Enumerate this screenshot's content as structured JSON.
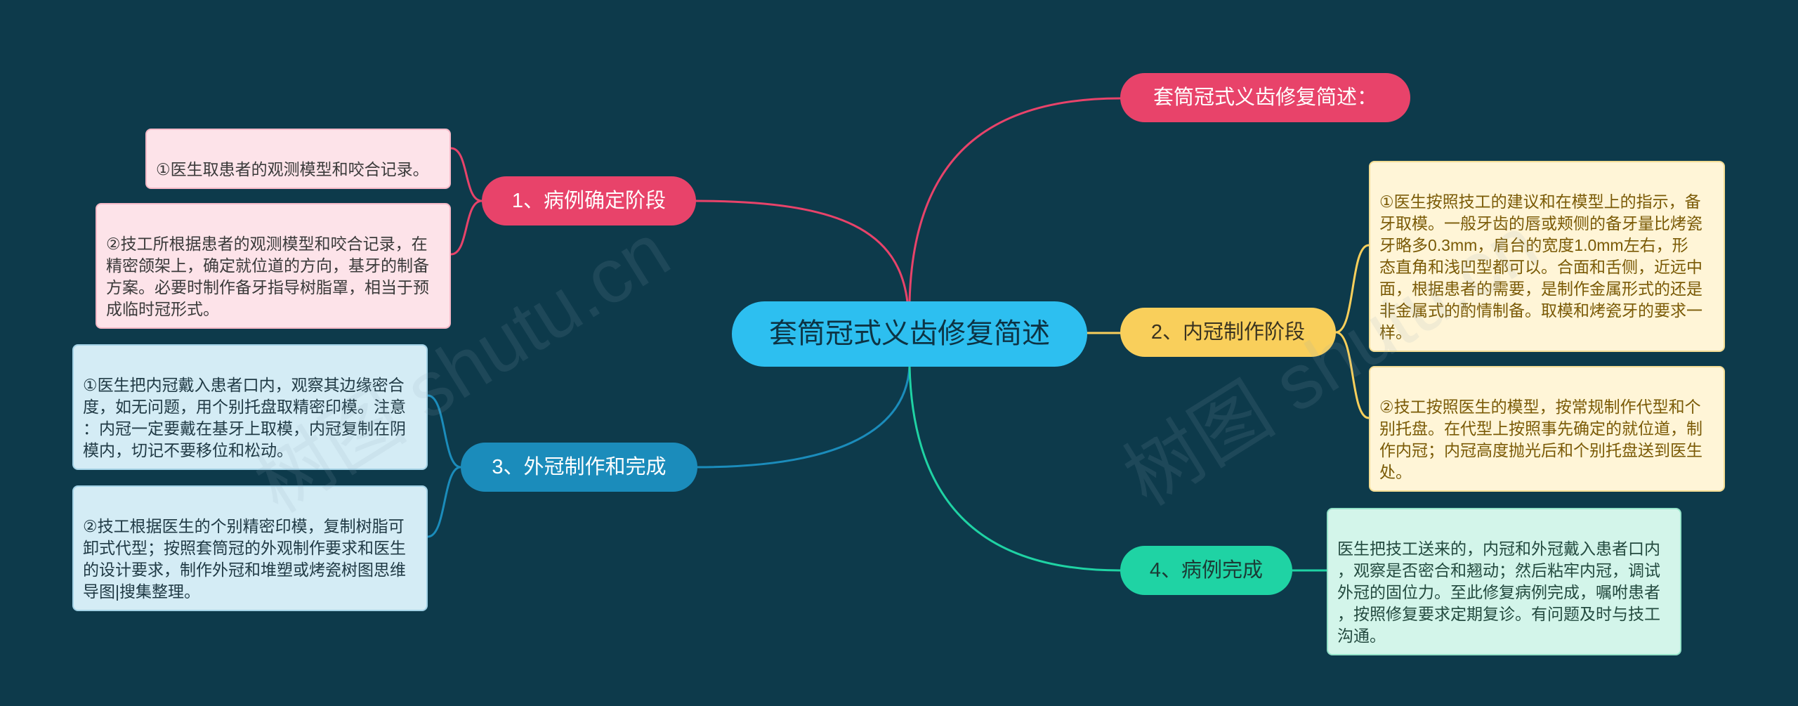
{
  "background": "#0d3a4b",
  "root": {
    "label": "套筒冠式义齿修复简述",
    "color": "#2dbff0"
  },
  "branches": [
    {
      "label": "套筒冠式义齿修复简述：",
      "color": "#e8436a"
    },
    {
      "label": "1、病例确定阶段",
      "color": "#e8436a",
      "leaves": [
        "①医生取患者的观测模型和咬合记录。",
        "②技工所根据患者的观测模型和咬合记录，在\n精密颌架上，确定就位道的方向，基牙的制备\n方案。必要时制作备牙指导树脂罩，相当于预\n成临时冠形式。"
      ]
    },
    {
      "label": "2、内冠制作阶段",
      "color": "#f9cf5b",
      "leaves": [
        "①医生按照技工的建议和在模型上的指示，备\n牙取模。一般牙齿的唇或颊侧的备牙量比烤瓷\n牙略多0.3mm，肩台的宽度1.0mm左右，形\n态直角和浅凹型都可以。合面和舌侧，近远中\n面，根据患者的需要，是制作金属形式的还是\n非金属式的酌情制备。取模和烤瓷牙的要求一\n样。",
        "②技工按照医生的模型，按常规制作代型和个\n别托盘。在代型上按照事先确定的就位道，制\n作内冠；内冠高度抛光后和个别托盘送到医生\n处。"
      ]
    },
    {
      "label": "3、外冠制作和完成",
      "color": "#1b8cbb",
      "leaves": [
        "①医生把内冠戴入患者口内，观察其边缘密合\n度，如无问题，用个别托盘取精密印模。注意\n：内冠一定要戴在基牙上取模，内冠复制在阴\n模内，切记不要移位和松动。",
        "②技工根据医生的个别精密印模，复制树脂可\n卸式代型；按照套筒冠的外观制作要求和医生\n的设计要求，制作外冠和堆塑或烤瓷树图思维\n导图|搜集整理。"
      ]
    },
    {
      "label": "4、病例完成",
      "color": "#1fd3a4",
      "leaves": [
        "医生把技工送来的，内冠和外冠戴入患者口内\n，观察是否密合和翘动；然后粘牢内冠，调试\n外冠的固位力。至此修复病例完成，嘱咐患者\n，按照修复要求定期复诊。有问题及时与技工\n沟通。"
      ]
    }
  ],
  "watermark": "树图 shutu.cn"
}
